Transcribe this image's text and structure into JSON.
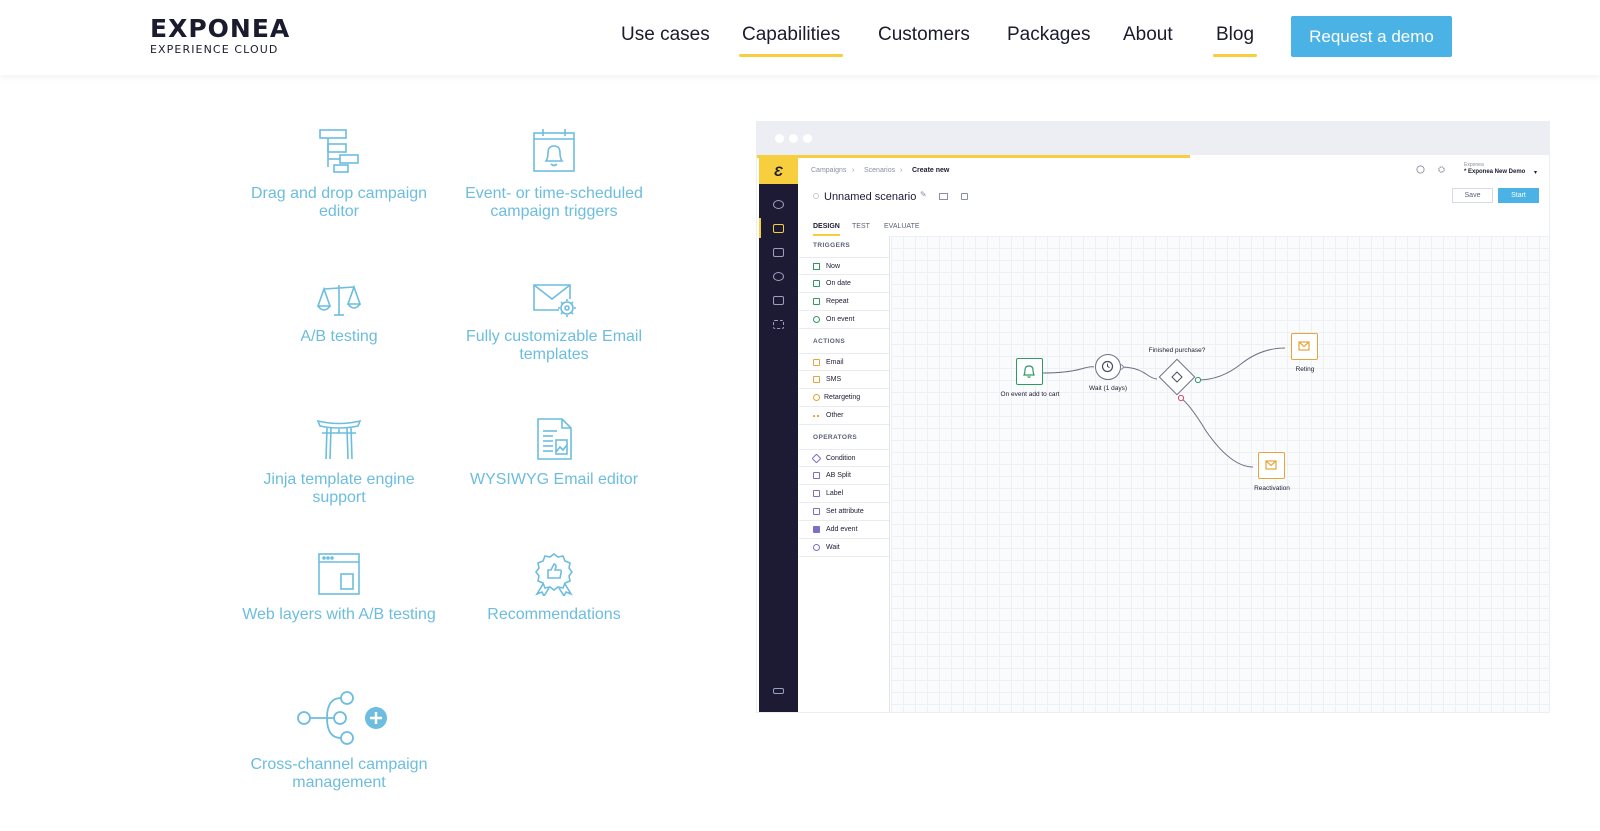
{
  "brand": {
    "name": "EXPONEA",
    "tagline": "EXPERIENCE CLOUD"
  },
  "nav": {
    "items": [
      {
        "label": "Use cases"
      },
      {
        "label": "Capabilities"
      },
      {
        "label": "Customers"
      },
      {
        "label": "Packages"
      },
      {
        "label": "About"
      },
      {
        "label": "Blog"
      }
    ],
    "cta": "Request a demo"
  },
  "colors": {
    "accent_yellow": "#f7cf3e",
    "feature_blue": "#6cbddf",
    "cta_blue": "#4ab2e4",
    "sidebar_dark": "#1d1b34"
  },
  "features": [
    {
      "icon": "drag-drop-icon",
      "label": "Drag and drop campaign editor"
    },
    {
      "icon": "calendar-bell-icon",
      "label": "Event- or time-scheduled campaign triggers"
    },
    {
      "icon": "scales-icon",
      "label": "A/B testing"
    },
    {
      "icon": "email-gear-icon",
      "label": "Fully customizable Email templates"
    },
    {
      "icon": "torii-gate-icon",
      "label": "Jinja template engine support"
    },
    {
      "icon": "document-image-icon",
      "label": "WYSIWYG Email editor"
    },
    {
      "icon": "browser-window-icon",
      "label": "Web layers with A/B testing"
    },
    {
      "icon": "award-badge-icon",
      "label": "Recommendations"
    },
    {
      "icon": "branching-network-icon",
      "label": "Cross-channel campaign management"
    }
  ],
  "app": {
    "breadcrumb": [
      "Campaigns",
      "Scenarios",
      "Create new"
    ],
    "scenario_name": "Unnamed scenario",
    "tabs": [
      "DESIGN",
      "TEST",
      "EVALUATE"
    ],
    "account": {
      "org": "Exponea",
      "project": "* Exponea New Demo"
    },
    "buttons": {
      "save": "Save",
      "start": "Start"
    },
    "palette": {
      "triggers_title": "TRIGGERS",
      "triggers": [
        "Now",
        "On date",
        "Repeat",
        "On event"
      ],
      "actions_title": "ACTIONS",
      "actions": [
        "Email",
        "SMS",
        "Retargeting",
        "Other"
      ],
      "operators_title": "OPERATORS",
      "operators": [
        "Condition",
        "AB Split",
        "Label",
        "Set attribute",
        "Add event",
        "Wait"
      ]
    },
    "flow": {
      "trigger": "On event add to cart",
      "wait": "Wait (1 days)",
      "condition": "Finished purchase?",
      "yes_action": "Reting",
      "no_action": "Reactivation"
    }
  }
}
